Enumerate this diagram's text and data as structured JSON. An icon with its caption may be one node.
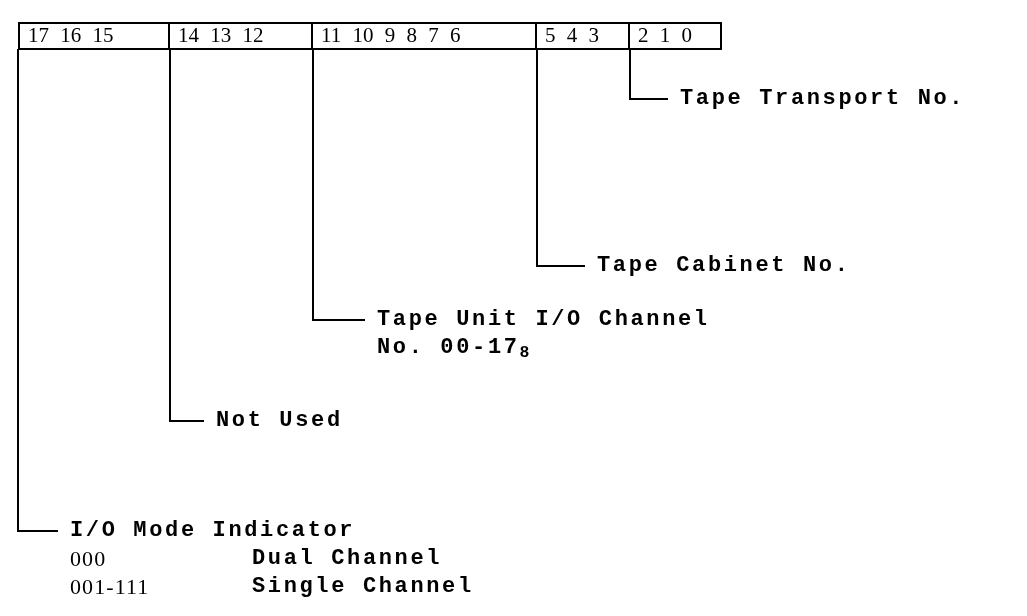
{
  "diagram": {
    "nodes": [
      {
        "text": [
          "17 16 15"
        ]
      },
      {
        "text": [
          "14 13 12"
        ]
      },
      {
        "text": [
          "11 10 9 8 7 6"
        ]
      },
      {
        "text": [
          "5 4 3"
        ]
      },
      {
        "text": [
          "2 1 0"
        ]
      },
      {
        "text": [
          "Tape Transport No."
        ]
      },
      {
        "text": [
          "Tape Cabinet No."
        ]
      },
      {
        "text": [
          "Tape Unit I/O Channel No. 00-17$_{8}$"
        ]
      },
      {
        "text": [
          "Not Used"
        ]
      },
      {
        "text": [
          "I/O Mode Indicator",
          "000",
          "Dual Channel",
          "001-111",
          "Single Channel"
        ]
      }
    ],
    "edges": [
      {
        "from": 4,
        "to": 5,
        "arrow": "none"
      },
      {
        "from": 3,
        "to": 6,
        "arrow": "none"
      },
      {
        "from": 2,
        "to": 7,
        "arrow": "none"
      },
      {
        "from": 1,
        "to": 8,
        "arrow": "none"
      },
      {
        "from": 0,
        "to": 9,
        "arrow": "none"
      }
    ]
  }
}
